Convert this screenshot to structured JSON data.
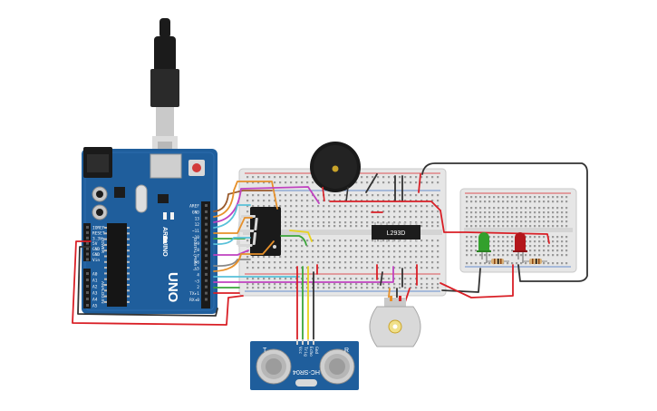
{
  "arduino": {
    "brand": "ARDUINO",
    "model": "UNO",
    "header_label": "DIGITAL (PWM ~)",
    "power_label": "POWER",
    "analog_label": "ANALOG IN",
    "digital_pins": [
      "AREF",
      "GND",
      "13",
      "12",
      "~11",
      "~10",
      "~9",
      "8",
      "7",
      "~6",
      "~5",
      "4",
      "~3",
      "2",
      "TX▸1",
      "RX◂0"
    ],
    "power_pins": [
      "IOREF",
      "RESET",
      "3.3V",
      "5V",
      "GND",
      "GND",
      "Vin"
    ],
    "analog_pins": [
      "A0",
      "A1",
      "A2",
      "A3",
      "A4",
      "A5"
    ]
  },
  "ic": {
    "label": "L293D"
  },
  "sensor": {
    "model": "HC-SR04",
    "pins": [
      "Vcc",
      "Trig",
      "Echo",
      "Gnd"
    ],
    "left_mark": "T",
    "right_mark": "R"
  },
  "colors": {
    "board_blue": "#1f5e9c",
    "breadboard": "#e9e9e9",
    "wire_red": "#d91f26",
    "wire_black": "#333333",
    "wire_yellow": "#e8d21f",
    "wire_green": "#3aa53a",
    "wire_cyan": "#58c1d9",
    "wire_magenta": "#c042c0",
    "wire_orange": "#e6902a",
    "wire_brown": "#9a5b2c",
    "wire_gray": "#888888",
    "led_green": "#33a02c",
    "led_red": "#b3161b"
  },
  "icons": [
    "usb-cable-icon",
    "piezo-buzzer-icon",
    "seven-segment-display-icon",
    "dc-motor-icon",
    "led-icon",
    "resistor-icon",
    "ultrasonic-sensor-icon"
  ]
}
